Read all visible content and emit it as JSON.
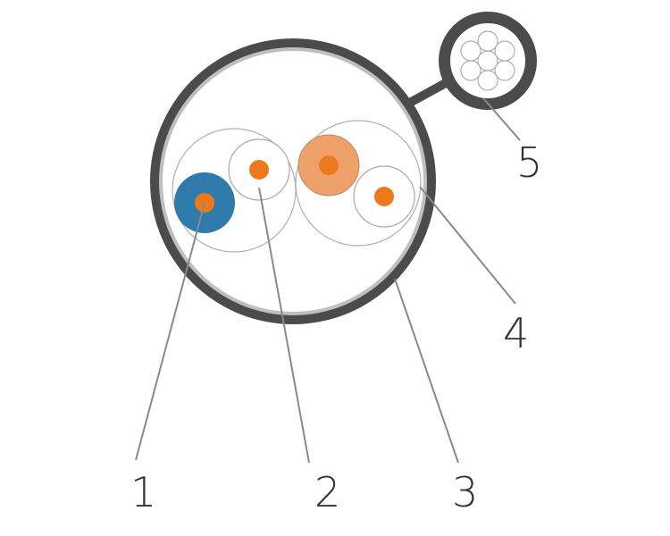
{
  "callouts": [
    {
      "id": "1",
      "label": "1"
    },
    {
      "id": "2",
      "label": "2"
    },
    {
      "id": "3",
      "label": "3"
    },
    {
      "id": "4",
      "label": "4"
    },
    {
      "id": "5",
      "label": "5"
    }
  ],
  "colors": {
    "jacket": "#4b4b4b",
    "shield": "#bfbfbf",
    "blue_insulation": "#2e7bab",
    "orange_insulation": "#eea06b",
    "copper_core": "#ec7a1c",
    "white_insulation": "#ffffff",
    "outline": "#a9a9a9",
    "leader_line": "#8a8a8a",
    "text": "#333333"
  }
}
